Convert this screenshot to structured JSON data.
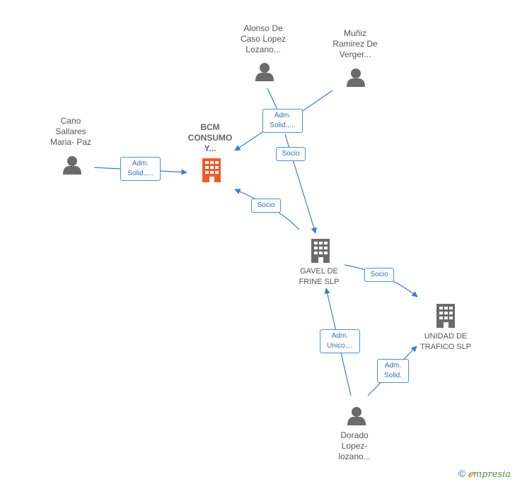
{
  "nodes": {
    "alonso": {
      "lines": [
        "Alonso De",
        "Caso Lopez",
        "Lozano..."
      ]
    },
    "muniz": {
      "lines": [
        "Muñiz",
        "Ramirez De",
        "Verger..."
      ]
    },
    "cano": {
      "lines": [
        "Cano",
        "Sallares",
        "Maria- Paz"
      ]
    },
    "bcm": {
      "lines": [
        "BCM",
        "CONSUMO",
        "Y..."
      ]
    },
    "gavel": {
      "lines": [
        "GAVEL DE",
        "FRINE  SLP"
      ]
    },
    "unidad": {
      "lines": [
        "UNIDAD DE",
        "TRAFICO  SLP"
      ]
    },
    "dorado": {
      "lines": [
        "Dorado",
        "Lopez-",
        "lozano..."
      ]
    }
  },
  "edges": {
    "cano_bcm": {
      "lines": [
        "Adm.",
        "Solid.,..."
      ]
    },
    "alonso_bcm": {
      "lines": [
        "Adm.",
        "Solid.,..."
      ]
    },
    "alonso_gavel": {
      "lines": [
        "Socio"
      ]
    },
    "gavel_bcm": {
      "lines": [
        "Socio"
      ]
    },
    "gavel_unidad": {
      "lines": [
        "Socio"
      ]
    },
    "dorado_gavel": {
      "lines": [
        "Adm.",
        "Unico,..."
      ]
    },
    "dorado_unidad": {
      "lines": [
        "Adm.",
        "Solid."
      ]
    }
  },
  "footer": {
    "copyright": "©",
    "brand_first": "ℯ",
    "brand_rest": "mpresia"
  },
  "colors": {
    "edge": "#3a7fd0",
    "person": "#6b6b6b",
    "company": "#6b6b6b",
    "focus_company": "#f05a28"
  }
}
